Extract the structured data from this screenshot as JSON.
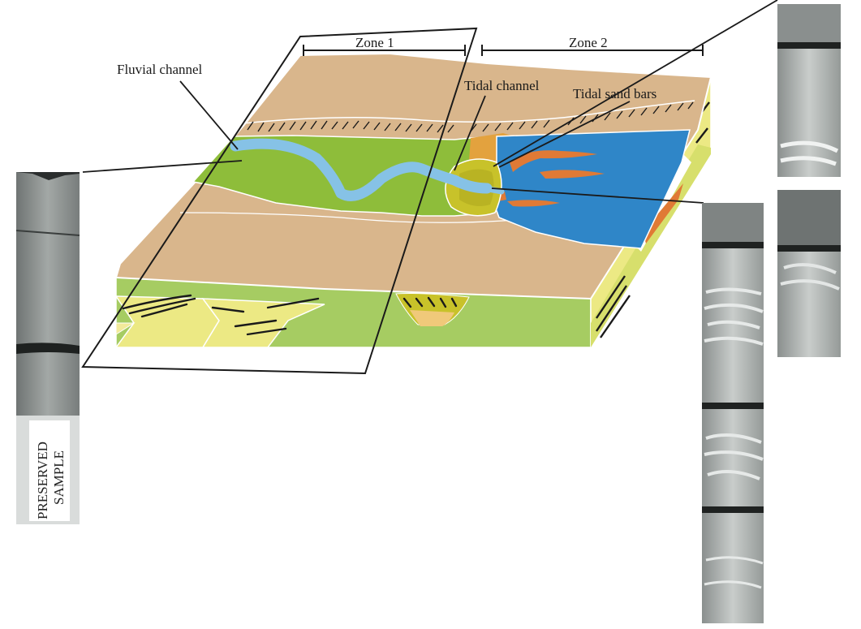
{
  "labels": {
    "zone1": "Zone 1",
    "zone2": "Zone 2",
    "fluvial_channel": "Fluvial channel",
    "tidal_channel": "Tidal channel",
    "tidal_sand_bars": "Tidal sand bars"
  },
  "core_sample_label": {
    "line1": "PRESERVED",
    "line2": "SAMPLE"
  },
  "colors": {
    "tan_surface": "#d9b68c",
    "green_plain": "#8ebd3a",
    "sea_blue": "#2f86c8",
    "river_blue": "#86c2e6",
    "sand_orange": "#e07a35",
    "yellow_green_delta": "#c8c22a",
    "section_green": "#a6cc62",
    "section_yellow": "#ece984",
    "core_gray": "#8d9291"
  }
}
